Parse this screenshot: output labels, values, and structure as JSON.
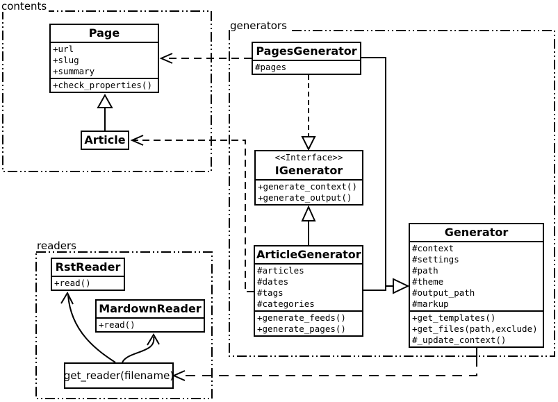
{
  "diagram": {
    "packages": [
      {
        "id": "contents",
        "label": "contents"
      },
      {
        "id": "generators",
        "label": "generators"
      },
      {
        "id": "readers",
        "label": "readers"
      }
    ],
    "classes": {
      "page": {
        "name": "Page",
        "attributes": [
          "+url",
          "+slug",
          "+summary"
        ],
        "methods": [
          "+check_properties()"
        ]
      },
      "article": {
        "name": "Article"
      },
      "pages_generator": {
        "name": "PagesGenerator",
        "attributes": [
          "#pages"
        ]
      },
      "igenerator": {
        "stereotype": "<<Interface>>",
        "name": "IGenerator",
        "methods": [
          "+generate_context()",
          "+generate_output()"
        ]
      },
      "article_generator": {
        "name": "ArticleGenerator",
        "attributes": [
          "#articles",
          "#dates",
          "#tags",
          "#categories"
        ],
        "methods": [
          "+generate_feeds()",
          "+generate_pages()"
        ]
      },
      "generator": {
        "name": "Generator",
        "attributes": [
          "#context",
          "#settings",
          "#path",
          "#theme",
          "#output_path",
          "#markup"
        ],
        "methods": [
          "+get_templates()",
          "+get_files(path,exclude)",
          "#_update_context()"
        ]
      },
      "rst_reader": {
        "name": "RstReader",
        "methods": [
          "+read()"
        ]
      },
      "mardown_reader": {
        "name": "MardownReader",
        "methods": [
          "+read()"
        ]
      },
      "get_reader": {
        "label": "get_reader(filename)"
      }
    },
    "relationships": [
      {
        "from": "Article",
        "to": "Page",
        "type": "generalization"
      },
      {
        "from": "PagesGenerator",
        "to": "Page",
        "type": "dependency"
      },
      {
        "from": "ArticleGenerator",
        "to": "Article",
        "type": "dependency"
      },
      {
        "from": "PagesGenerator",
        "to": "IGenerator",
        "type": "realization"
      },
      {
        "from": "ArticleGenerator",
        "to": "IGenerator",
        "type": "generalization"
      },
      {
        "from": "PagesGenerator",
        "to": "Generator",
        "type": "generalization"
      },
      {
        "from": "ArticleGenerator",
        "to": "Generator",
        "type": "generalization"
      },
      {
        "from": "Generator",
        "to": "get_reader(filename)",
        "type": "dependency"
      },
      {
        "from": "get_reader(filename)",
        "to": "RstReader",
        "type": "arrow"
      },
      {
        "from": "get_reader(filename)",
        "to": "MardownReader",
        "type": "arrow"
      }
    ],
    "colors": {
      "line": "#000000",
      "background": "#ffffff",
      "box_fill": "#ffffff"
    }
  }
}
